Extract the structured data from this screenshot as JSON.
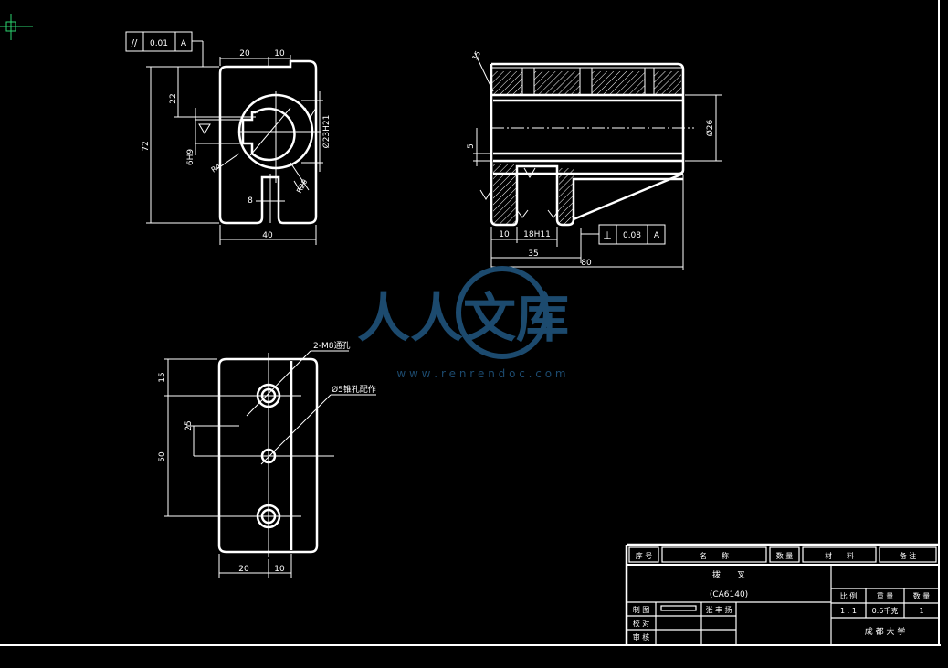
{
  "front_view": {
    "parallelism": {
      "symbol": "//",
      "value": "0.01",
      "datum": "A"
    },
    "dims": {
      "d20": "20",
      "d10": "10",
      "d22": "22",
      "d72": "72",
      "d40": "40",
      "d6h9": "6H9",
      "d8": "8",
      "bore": "Ø23H21",
      "r20": "R20",
      "r4": "R4"
    }
  },
  "side_view": {
    "perpendicularity": {
      "symbol": "⊥",
      "value": "0.08",
      "datum": "A"
    },
    "dims": {
      "d15": "15",
      "phi26": "Ø26",
      "d10": "10",
      "d18h11": "18H11",
      "d35": "35",
      "d80": "80",
      "d5": "5"
    }
  },
  "top_view": {
    "callout_holes": "2-M8通孔",
    "callout_pin": "Ø5锥孔配作",
    "dims": {
      "d15": "15",
      "d25": "25",
      "d50": "50",
      "d20": "20",
      "d10": "10"
    }
  },
  "title_block": {
    "headers": [
      "序 号",
      "名　　称",
      "数 量",
      "材　　料",
      "备 注"
    ],
    "part_name": "拨　　叉",
    "model": "(CA6140)",
    "scale_label": "比 例",
    "weight_label": "重 量",
    "qty_label": "数 量",
    "scale_value": "1 : 1",
    "weight_value": "0.6千克",
    "qty_value": "1",
    "drawn_label": "制 图",
    "check_label": "校 对",
    "review_label": "审 核",
    "drawer": "张 丰 扬",
    "school": "成 都 大 学"
  },
  "watermark": {
    "text": "人人文库",
    "url": "w w w . r e n r e n d o c . c o m"
  },
  "colors": {
    "line": "#ffffff",
    "cursor": "#2bd36f",
    "watermark": "#1c4a6e"
  }
}
